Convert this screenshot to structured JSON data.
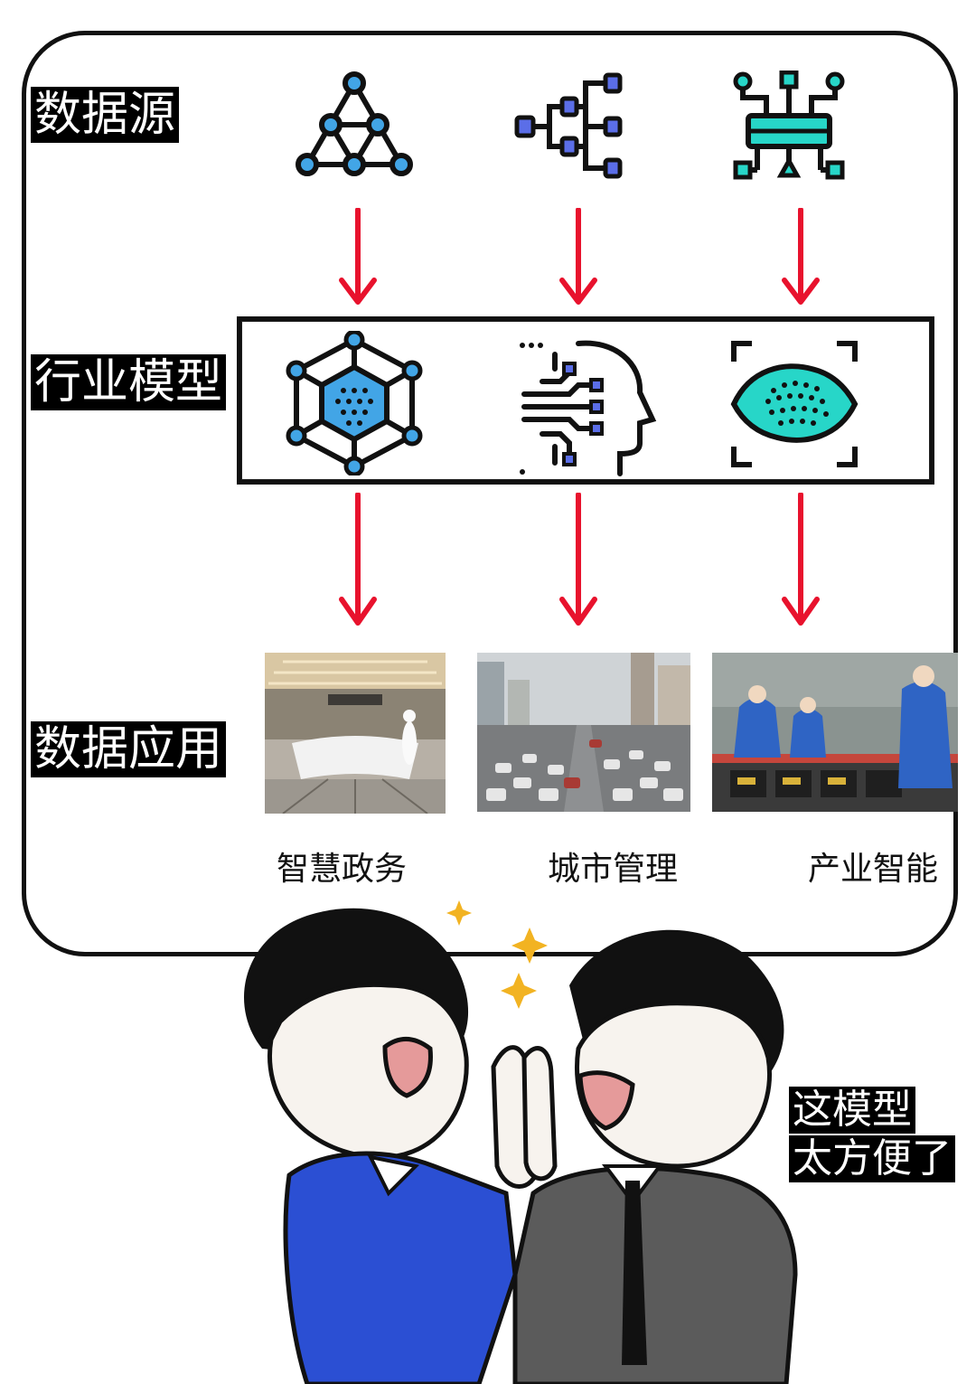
{
  "labels": {
    "data_source": "数据源",
    "industry_model": "行业模型",
    "data_application": "数据应用"
  },
  "applications": [
    {
      "caption": "智慧政务",
      "icon": "government-service-hall-photo"
    },
    {
      "caption": "城市管理",
      "icon": "city-traffic-photo"
    },
    {
      "caption": "产业智能",
      "icon": "factory-workers-photo"
    }
  ],
  "source_icons": [
    "triangle-network-icon",
    "tree-network-icon",
    "circuit-network-icon"
  ],
  "model_icons": [
    "hexagon-network-icon",
    "ai-head-icon",
    "scan-lemon-icon"
  ],
  "speech": {
    "line1": "这模型",
    "line2": "太方便了"
  },
  "colors": {
    "arrow": "#e8122d",
    "icon_blue": "#42a5e6",
    "icon_cyan": "#27d6c8",
    "icon_dark": "#111111"
  }
}
